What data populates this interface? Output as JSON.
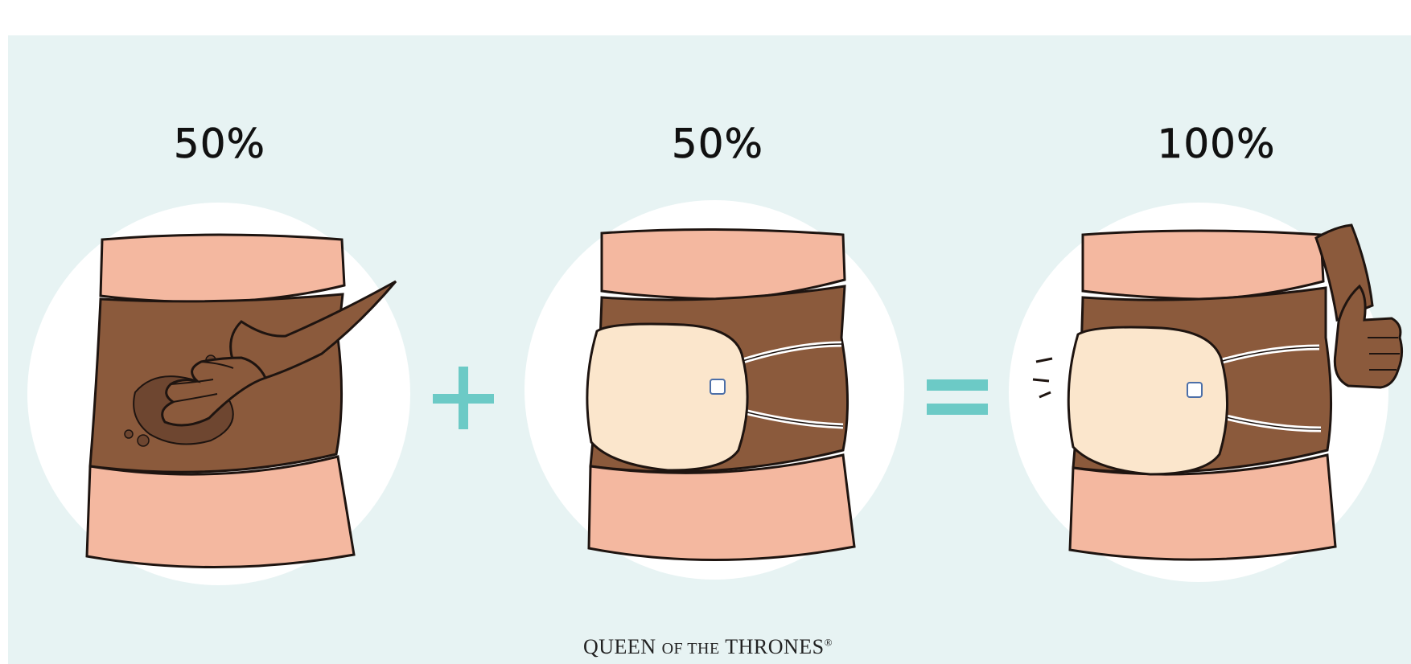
{
  "steps": [
    {
      "percent": "50%"
    },
    {
      "percent": "50%"
    },
    {
      "percent": "100%"
    }
  ],
  "operators": {
    "plus": "+",
    "equals": "="
  },
  "brand": {
    "part1": "QUEEN",
    "part2": "OF THE",
    "part3": "THRONES",
    "mark": "®"
  },
  "colors": {
    "background": "#e7f3f3",
    "circle": "#ffffff",
    "skin_light": "#f4b8a0",
    "skin_dark": "#8b5a3c",
    "pack": "#fbe6cc",
    "operator": "#6ccac6",
    "outline": "#1e1410"
  },
  "icons": [
    "plus-icon",
    "equals-icon",
    "castor-oil-pack-icon",
    "thumbs-up-icon"
  ]
}
